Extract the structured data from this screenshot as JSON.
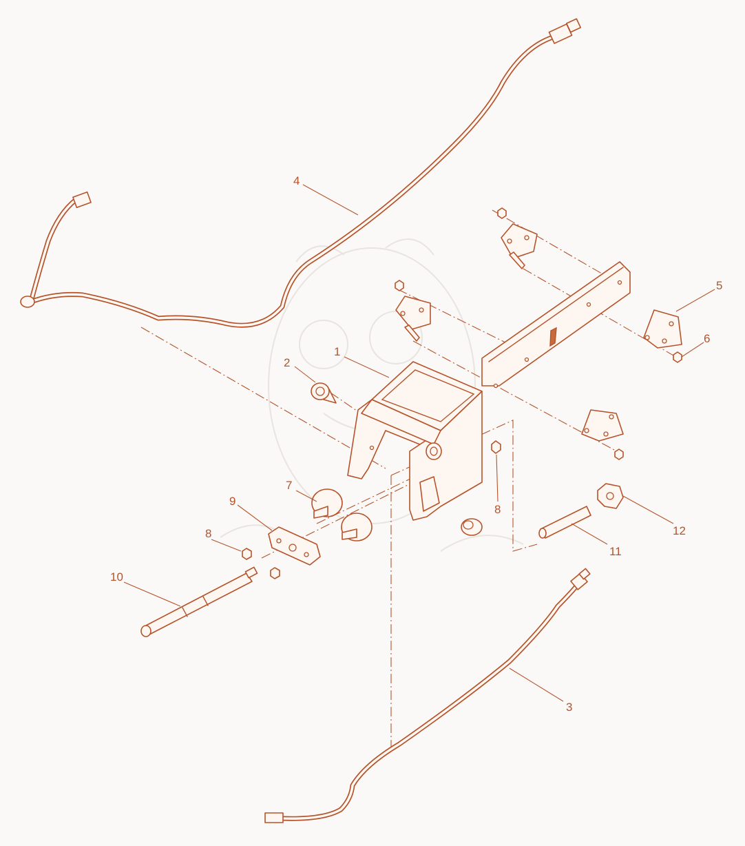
{
  "diagram": {
    "accent_color": "#b5532a",
    "background_color": "#faf9f7",
    "callouts": [
      {
        "id": "c1",
        "label": "1"
      },
      {
        "id": "c2",
        "label": "2"
      },
      {
        "id": "c3",
        "label": "3"
      },
      {
        "id": "c4",
        "label": "4"
      },
      {
        "id": "c5",
        "label": "5"
      },
      {
        "id": "c6",
        "label": "6"
      },
      {
        "id": "c7",
        "label": "7"
      },
      {
        "id": "c8a",
        "label": "8"
      },
      {
        "id": "c8b",
        "label": "8"
      },
      {
        "id": "c9",
        "label": "9"
      },
      {
        "id": "c10",
        "label": "10"
      },
      {
        "id": "c11",
        "label": "11"
      },
      {
        "id": "c12",
        "label": "12"
      }
    ]
  }
}
